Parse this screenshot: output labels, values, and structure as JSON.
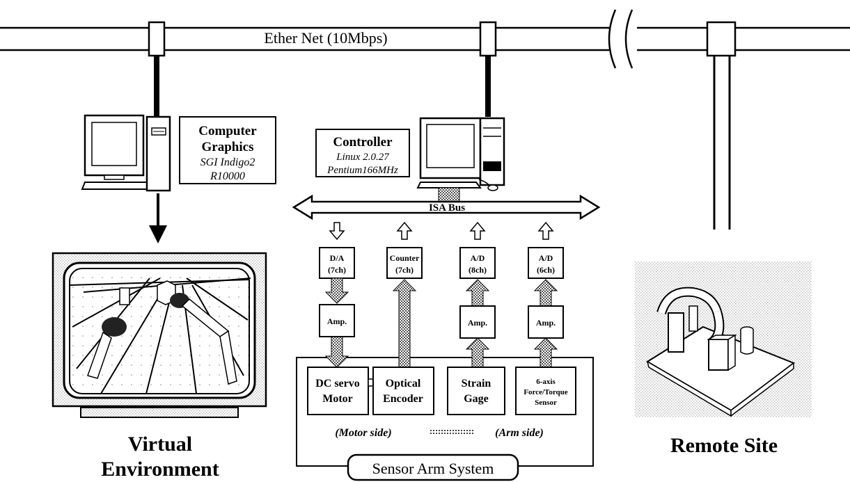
{
  "network": {
    "label": "Ether Net (10Mbps)"
  },
  "graphics": {
    "title_line1": "Computer",
    "title_line2": "Graphics",
    "spec_line1": "SGI Indigo2",
    "spec_line2": "R10000"
  },
  "controller": {
    "title": "Controller",
    "spec_line1": "Linux  2.0.27",
    "spec_line2": "Pentium166MHz"
  },
  "bus": {
    "label": "ISA Bus"
  },
  "boards": [
    {
      "line1": "D/A",
      "line2": "(7ch)"
    },
    {
      "line1": "Counter",
      "line2": "(7ch)"
    },
    {
      "line1": "A/D",
      "line2": "(8ch)"
    },
    {
      "line1": "A/D",
      "line2": "(6ch)"
    }
  ],
  "amp_label": "Amp.",
  "devices": [
    {
      "line1": "DC servo",
      "line2": "Motor"
    },
    {
      "line1": "Optical",
      "line2": "Encoder"
    },
    {
      "line1": "Strain",
      "line2": "Gage"
    },
    {
      "line1": "6-axis",
      "line2": "Force/Torque",
      "line3": "Sensor"
    }
  ],
  "sides": {
    "motor": "(Motor side)",
    "arm": "(Arm side)"
  },
  "system": {
    "label": "Sensor Arm System"
  },
  "captions": {
    "virtual_line1": "Virtual",
    "virtual_line2": "Environment",
    "remote": "Remote Site"
  }
}
